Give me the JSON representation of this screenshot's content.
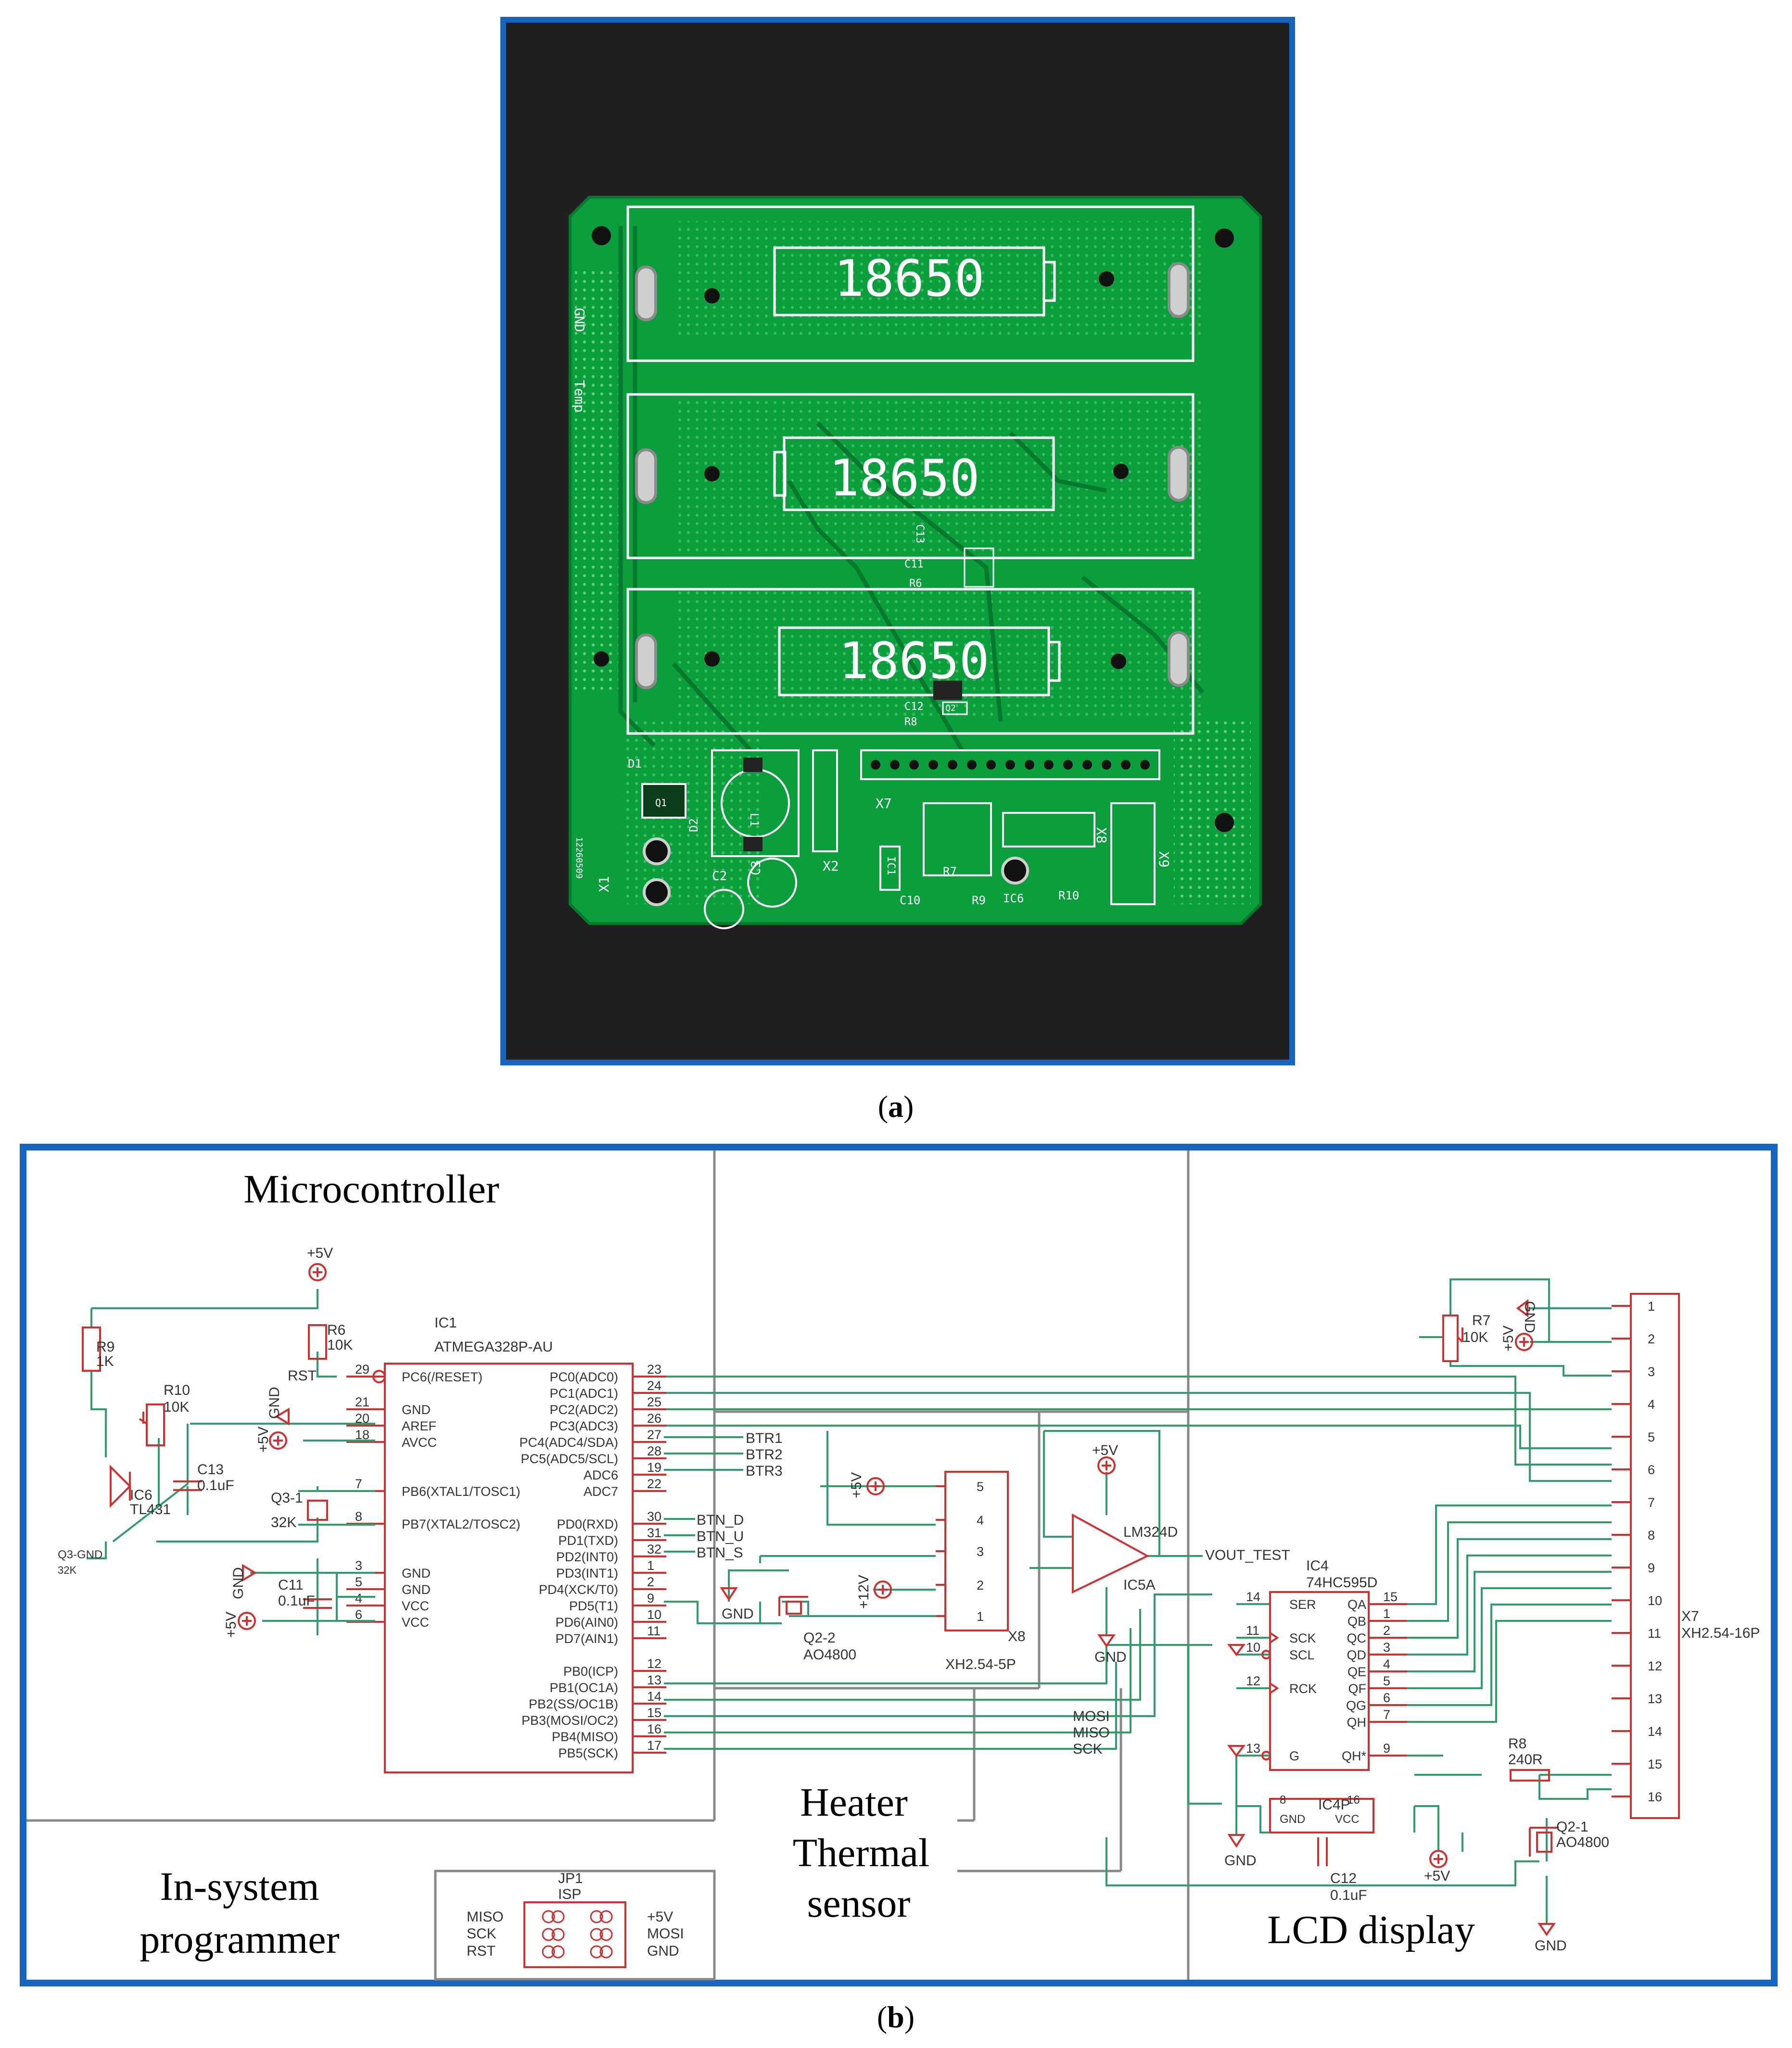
{
  "caption_a": "(a)",
  "caption_b": "(b)",
  "caption_letter_a": "a",
  "caption_letter_b": "b",
  "pcb": {
    "battery_labels": [
      "18650",
      "18650",
      "18650"
    ],
    "silk_labels": [
      "GND",
      "Temp",
      "C13",
      "C11",
      "R6",
      "C12",
      "R8",
      "Q2",
      "D1",
      "Q1",
      "D2",
      "L1",
      "X7",
      "X8",
      "X9",
      "X2",
      "IC1",
      "R7",
      "C2",
      "C3",
      "C10",
      "R9",
      "IC6",
      "R10",
      "X1",
      "12260509"
    ]
  },
  "schematic": {
    "sections": {
      "microcontroller": "Microcontroller",
      "isp": [
        "In-system",
        "programmer"
      ],
      "heater": [
        "Heater",
        "Thermal",
        "sensor"
      ],
      "lcd": "LCD display"
    },
    "ic1": {
      "name": "IC1",
      "part": "ATMEGA328P-AU",
      "left_pins": [
        {
          "num": "29",
          "name": "PC6(/RESET)"
        },
        {
          "num": "21",
          "name": "GND"
        },
        {
          "num": "20",
          "name": "AREF"
        },
        {
          "num": "18",
          "name": "AVCC"
        },
        {
          "num": "7",
          "name": "PB6(XTAL1/TOSC1)"
        },
        {
          "num": "8",
          "name": "PB7(XTAL2/TOSC2)"
        },
        {
          "num": "3",
          "name": "GND"
        },
        {
          "num": "5",
          "name": "GND"
        },
        {
          "num": "4",
          "name": "VCC"
        },
        {
          "num": "6",
          "name": "VCC"
        }
      ],
      "right_pins": [
        {
          "num": "23",
          "name": "PC0(ADC0)"
        },
        {
          "num": "24",
          "name": "PC1(ADC1)"
        },
        {
          "num": "25",
          "name": "PC2(ADC2)"
        },
        {
          "num": "26",
          "name": "PC3(ADC3)"
        },
        {
          "num": "27",
          "name": "PC4(ADC4/SDA)"
        },
        {
          "num": "28",
          "name": "PC5(ADC5/SCL)"
        },
        {
          "num": "19",
          "name": "ADC6"
        },
        {
          "num": "22",
          "name": "ADC7"
        },
        {
          "num": "30",
          "name": "PD0(RXD)"
        },
        {
          "num": "31",
          "name": "PD1(TXD)"
        },
        {
          "num": "32",
          "name": "PD2(INT0)"
        },
        {
          "num": "1",
          "name": "PD3(INT1)"
        },
        {
          "num": "2",
          "name": "PD4(XCK/T0)"
        },
        {
          "num": "9",
          "name": "PD5(T1)"
        },
        {
          "num": "10",
          "name": "PD6(AIN0)"
        },
        {
          "num": "11",
          "name": "PD7(AIN1)"
        },
        {
          "num": "12",
          "name": "PB0(ICP)"
        },
        {
          "num": "13",
          "name": "PB1(OC1A)"
        },
        {
          "num": "14",
          "name": "PB2(SS/OC1B)"
        },
        {
          "num": "15",
          "name": "PB3(MOSI/OC2)"
        },
        {
          "num": "16",
          "name": "PB4(MISO)"
        },
        {
          "num": "17",
          "name": "PB5(SCK)"
        }
      ]
    },
    "nets": {
      "btr1": "BTR1",
      "btr2": "BTR2",
      "btr3": "BTR3",
      "btn_d": "BTN_D",
      "btn_u": "BTN_U",
      "btn_s": "BTN_S",
      "mosi": "MOSI",
      "miso": "MISO",
      "sck": "SCK",
      "rst": "RST",
      "vout_test": "VOUT_TEST",
      "q3_gnd": "Q3-GND"
    },
    "parts": {
      "r9": [
        "R9",
        "1K"
      ],
      "r10": [
        "R10",
        "10K"
      ],
      "r6": [
        "R6",
        "10K"
      ],
      "c13": [
        "C13",
        "0.1uF"
      ],
      "ic6": [
        "IC6",
        "TL431"
      ],
      "q3": [
        "Q3-1",
        "32K"
      ],
      "q3_small": "32K",
      "c11": [
        "C11",
        "0.1uF"
      ],
      "q22": [
        "Q2-2",
        "AO4800"
      ],
      "x8": "XH2.54-5P",
      "x8_name": "X8",
      "x8_pins": [
        "5",
        "4",
        "3",
        "2",
        "1"
      ],
      "ic5": [
        "LM324D",
        "IC5A"
      ],
      "ic4": [
        "IC4",
        "74HC595D"
      ],
      "ic4_left": [
        {
          "num": "14",
          "name": "SER"
        },
        {
          "num": "11",
          "name": "SCK"
        },
        {
          "num": "10",
          "name": "SCL"
        },
        {
          "num": "12",
          "name": "RCK"
        },
        {
          "num": "13",
          "name": "G"
        }
      ],
      "ic4_right": [
        {
          "num": "15",
          "name": "QA"
        },
        {
          "num": "1",
          "name": "QB"
        },
        {
          "num": "2",
          "name": "QC"
        },
        {
          "num": "3",
          "name": "QD"
        },
        {
          "num": "4",
          "name": "QE"
        },
        {
          "num": "5",
          "name": "QF"
        },
        {
          "num": "6",
          "name": "QG"
        },
        {
          "num": "7",
          "name": "QH"
        },
        {
          "num": "9",
          "name": "QH*"
        }
      ],
      "ic4p": [
        "IC4P",
        "GND",
        "VCC",
        "8",
        "16"
      ],
      "c12": [
        "C12",
        "0.1uF"
      ],
      "r8": [
        "R8",
        "240R"
      ],
      "q21": [
        "Q2-1",
        "AO4800"
      ],
      "r7": [
        "R7",
        "10K"
      ],
      "x7": [
        "X7",
        "XH2.54-16P"
      ],
      "x7_pins": [
        "1",
        "2",
        "3",
        "4",
        "5",
        "6",
        "7",
        "8",
        "9",
        "10",
        "11",
        "12",
        "13",
        "14",
        "15",
        "16"
      ],
      "jp1": [
        "JP1",
        "ISP"
      ],
      "isp_left": [
        "MISO",
        "SCK",
        "RST"
      ],
      "isp_right": [
        "+5V",
        "MOSI",
        "GND"
      ]
    },
    "power": {
      "p5v": "+5V",
      "gnd": "GND",
      "p12v": "+12V"
    }
  },
  "colors": {
    "frame": "#1565c0",
    "pcb_green": "#0a9e3c",
    "pcb_dark": "#067a2c",
    "silk": "#ffffff",
    "symbol": "#d32f2f",
    "wire": "#2e9e6a",
    "text": "#333333",
    "divider": "#888888"
  }
}
